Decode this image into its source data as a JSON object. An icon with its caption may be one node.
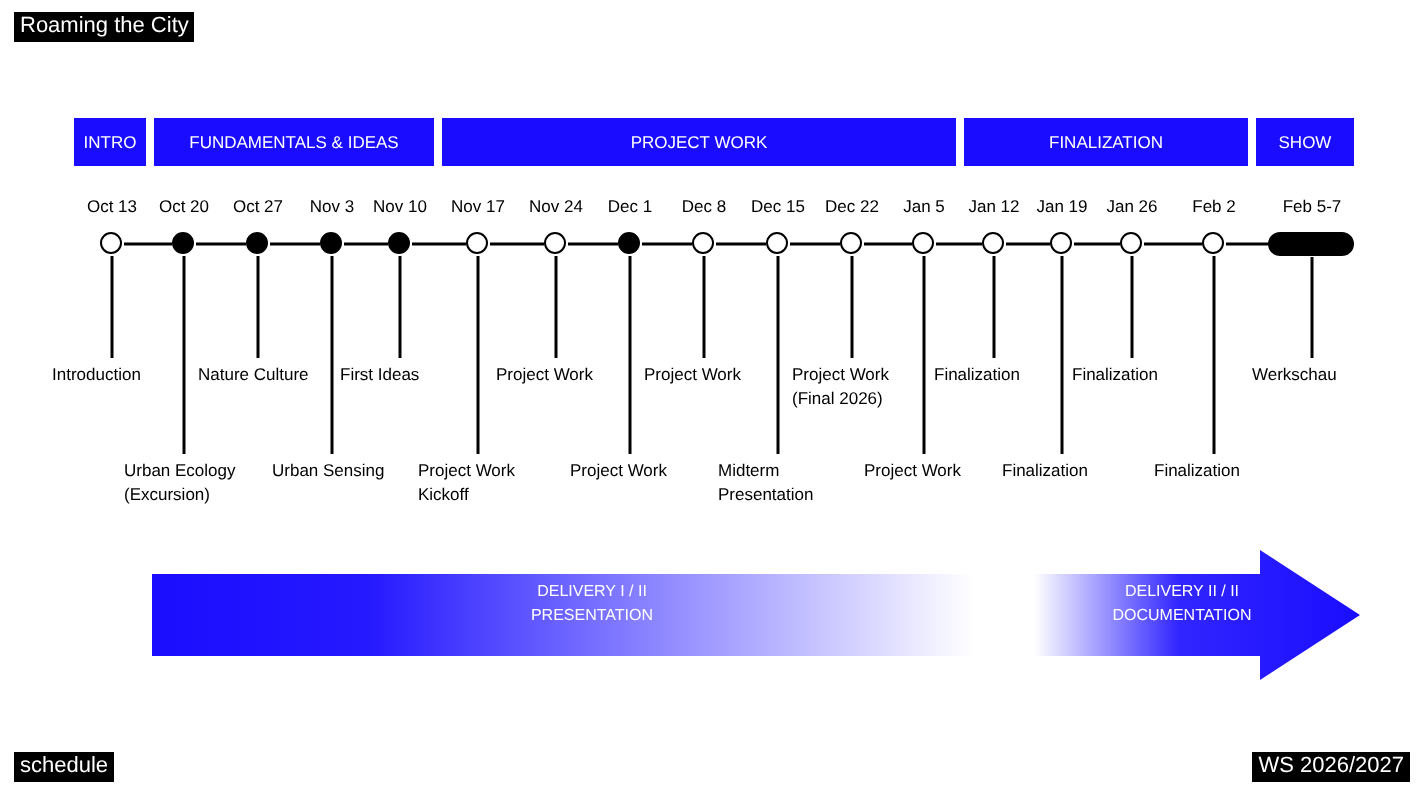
{
  "diagram": {
    "title": "Roaming the City",
    "nodes": [
      {
        "text": [
          "INTRO"
        ]
      },
      {
        "text": [
          "FUNDAMENTALS & IDEAS"
        ]
      },
      {
        "text": [
          "PROJECT WORK"
        ]
      },
      {
        "text": [
          "FINALIZATION"
        ]
      },
      {
        "text": [
          "SHOW"
        ]
      },
      {
        "text": [],
        "shape": "circle",
        "beside": [
          "Oct 13"
        ]
      },
      {
        "text": [],
        "shape": "dot",
        "beside": [
          "Oct 20"
        ]
      },
      {
        "text": [],
        "shape": "dot",
        "beside": [
          "Oct 27"
        ]
      },
      {
        "text": [],
        "shape": "dot",
        "beside": [
          "Nov 3"
        ]
      },
      {
        "text": [],
        "shape": "dot",
        "beside": [
          "Nov 10"
        ]
      },
      {
        "text": [],
        "shape": "circle",
        "beside": [
          "Nov 17"
        ]
      },
      {
        "text": [],
        "shape": "circle",
        "beside": [
          "Nov 24"
        ]
      },
      {
        "text": [],
        "shape": "dot",
        "beside": [
          "Dec 1"
        ]
      },
      {
        "text": [],
        "shape": "circle",
        "beside": [
          "Dec 8"
        ]
      },
      {
        "text": [],
        "shape": "circle",
        "beside": [
          "Dec 15"
        ]
      },
      {
        "text": [],
        "shape": "circle",
        "beside": [
          "Dec 22"
        ]
      },
      {
        "text": [],
        "shape": "circle",
        "beside": [
          "Jan 5"
        ]
      },
      {
        "text": [],
        "shape": "circle",
        "beside": [
          "Jan 12"
        ]
      },
      {
        "text": [],
        "shape": "circle",
        "beside": [
          "Jan 19"
        ]
      },
      {
        "text": [],
        "shape": "circle",
        "beside": [
          "Jan 26"
        ]
      },
      {
        "text": [],
        "shape": "circle",
        "beside": [
          "Feb 2"
        ]
      },
      {
        "text": [],
        "shape": "bar",
        "beside": [
          "Feb 5-7"
        ]
      },
      {
        "text": [
          "Introduction"
        ]
      },
      {
        "text": [
          "Urban Ecology (Excursion)"
        ]
      },
      {
        "text": [
          "Nature Culture"
        ]
      },
      {
        "text": [
          "Urban Sensing"
        ]
      },
      {
        "text": [
          "First Ideas"
        ]
      },
      {
        "text": [
          "Project Work Kickoff"
        ]
      },
      {
        "text": [
          "Project Work"
        ]
      },
      {
        "text": [
          "Project Work"
        ]
      },
      {
        "text": [
          "Project Work"
        ]
      },
      {
        "text": [
          "Midterm Presentation"
        ]
      },
      {
        "text": [
          "Project Work (Final 2026)"
        ]
      },
      {
        "text": [
          "Project Work"
        ]
      },
      {
        "text": [
          "Finalization"
        ]
      },
      {
        "text": [
          "Finalization"
        ]
      },
      {
        "text": [
          "Finalization"
        ]
      },
      {
        "text": [
          "Finalization"
        ]
      },
      {
        "text": [
          "Werkschau"
        ]
      },
      {
        "text": [
          "DELIVERY I / II PRESENTATION",
          "DELIVERY II / II DOCUMENTATION"
        ]
      }
    ],
    "edges": [
      {
        "from": 5,
        "to": 6,
        "arrow": "none"
      },
      {
        "from": 6,
        "to": 7,
        "arrow": "none"
      },
      {
        "from": 7,
        "to": 8,
        "arrow": "none"
      },
      {
        "from": 8,
        "to": 9,
        "arrow": "none"
      },
      {
        "from": 9,
        "to": 10,
        "arrow": "none"
      },
      {
        "from": 10,
        "to": 11,
        "arrow": "none"
      },
      {
        "from": 11,
        "to": 12,
        "arrow": "none"
      },
      {
        "from": 12,
        "to": 13,
        "arrow": "none"
      },
      {
        "from": 13,
        "to": 14,
        "arrow": "none"
      },
      {
        "from": 14,
        "to": 15,
        "arrow": "none"
      },
      {
        "from": 15,
        "to": 16,
        "arrow": "none"
      },
      {
        "from": 16,
        "to": 17,
        "arrow": "none"
      },
      {
        "from": 17,
        "to": 18,
        "arrow": "none"
      },
      {
        "from": 18,
        "to": 19,
        "arrow": "none"
      },
      {
        "from": 19,
        "to": 20,
        "arrow": "none"
      },
      {
        "from": 20,
        "to": 21,
        "arrow": "none"
      },
      {
        "from": 22,
        "to": 5,
        "arrow": "none"
      },
      {
        "from": 23,
        "to": 6,
        "arrow": "none"
      },
      {
        "from": 24,
        "to": 7,
        "arrow": "none"
      },
      {
        "from": 25,
        "to": 8,
        "arrow": "none"
      },
      {
        "from": 26,
        "to": 9,
        "arrow": "none"
      },
      {
        "from": 27,
        "to": 10,
        "arrow": "none"
      },
      {
        "from": 28,
        "to": 11,
        "arrow": "none"
      },
      {
        "from": 29,
        "to": 12,
        "arrow": "none"
      },
      {
        "from": 30,
        "to": 13,
        "arrow": "none"
      },
      {
        "from": 31,
        "to": 14,
        "arrow": "none"
      },
      {
        "from": 32,
        "to": 15,
        "arrow": "none"
      },
      {
        "from": 33,
        "to": 16,
        "arrow": "none"
      },
      {
        "from": 34,
        "to": 17,
        "arrow": "none"
      },
      {
        "from": 35,
        "to": 18,
        "arrow": "none"
      },
      {
        "from": 36,
        "to": 19,
        "arrow": "none"
      },
      {
        "from": 37,
        "to": 20,
        "arrow": "none"
      },
      {
        "from": 38,
        "to": 21,
        "arrow": "none"
      }
    ],
    "labels": [
      "schedule",
      "WS 2026/2027"
    ]
  }
}
